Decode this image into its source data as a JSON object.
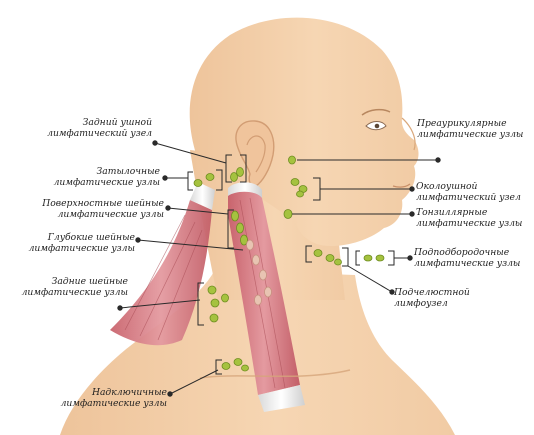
{
  "colors": {
    "skin": "#f3cfa9",
    "skin_shadow": "#e2b486",
    "muscle": "#d8848a",
    "muscle_dark": "#b4545c",
    "node": "#9fbf3b",
    "node_dark": "#6f8f22",
    "line": "#2a2a2a"
  },
  "labels": {
    "posterior_auricular": {
      "line1": "Задний ушной",
      "line2": "лимфатический узел"
    },
    "occipital": {
      "line1": "Затылочные",
      "line2": "лимфатические узлы"
    },
    "superficial_cervical": {
      "line1": "Поверхностные шейные",
      "line2": "лимфатические узлы"
    },
    "deep_cervical": {
      "line1": "Глубокие шейные",
      "line2": "лимфатические узлы"
    },
    "posterior_cervical": {
      "line1": "Задние шейные",
      "line2": "лимфатические узлы"
    },
    "supraclavicular": {
      "line1": "Надключичные",
      "line2": "лимфатические узлы"
    },
    "preauricular": {
      "line1": "Преаурикулярные",
      "line2": "лимфатические узлы"
    },
    "parotid": {
      "line1": "Околоушной",
      "line2": "лимфатический узел"
    },
    "tonsillar": {
      "line1": "Тонзиллярные",
      "line2": "лимфатические узлы"
    },
    "submental": {
      "line1": "Подподбородочные",
      "line2": "лимфатические узлы"
    },
    "submandibular": {
      "line1": "Подчелюстной",
      "line2": "лимфоузел"
    }
  }
}
